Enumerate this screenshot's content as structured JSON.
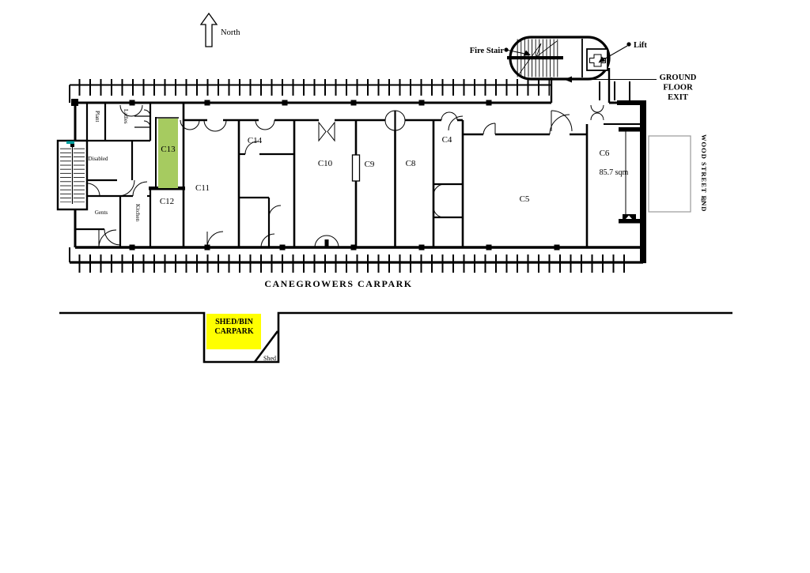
{
  "compass": {
    "north": "North"
  },
  "core": {
    "fire_stair": "Fire Stair",
    "lift": "Lift"
  },
  "exit_sign": {
    "line1": "GROUND",
    "line2": "FLOOR",
    "line3": "EXIT"
  },
  "rooms": {
    "c4": "C4",
    "c5": "C5",
    "c6": "C6",
    "c6_area": "85.7 sqm",
    "c8": "C8",
    "c9": "C9",
    "c10": "C10",
    "c11": "C11",
    "c12": "C12",
    "c13": "C13",
    "c14": "C14"
  },
  "facilities": {
    "plant": "Plant",
    "ladies": "Ladies",
    "disabled": "Disabled",
    "gents": "Gents",
    "kitchen": "Kitchen"
  },
  "street": {
    "wood_street_end": "WOOD STREET END"
  },
  "carpark": {
    "canegrowers": "CANEGROWERS CARPARK",
    "shed_bin_1": "SHED/BIN",
    "shed_bin_2": "CARPARK",
    "shed": "Shed"
  },
  "colors": {
    "highlight_green": "#A6CB60",
    "highlight_yellow": "#FFFF00",
    "exit_red": "#EE0000",
    "stair_teal": "#00A0A0",
    "platform_gray": "#999999"
  }
}
